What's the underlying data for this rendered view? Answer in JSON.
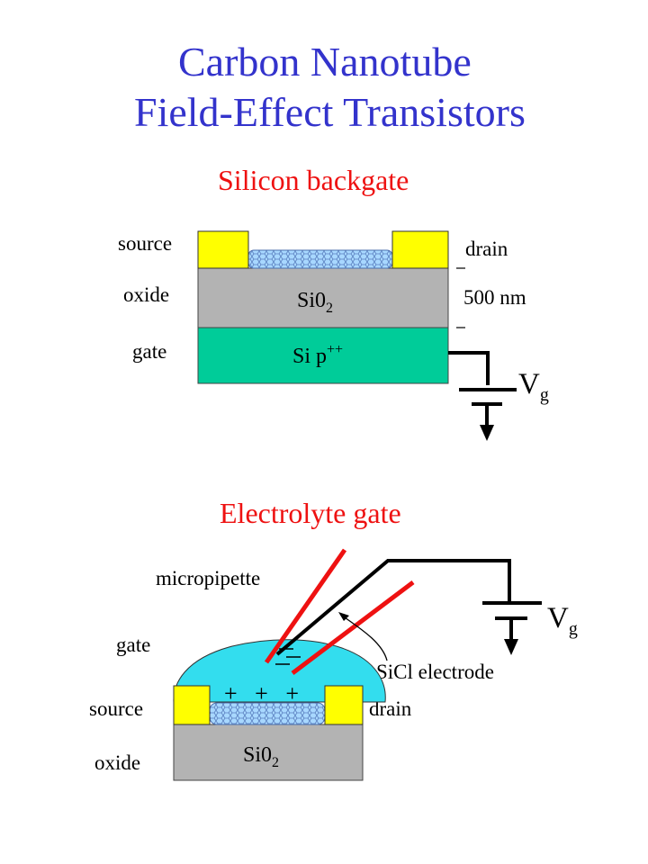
{
  "title": {
    "line1": "Carbon Nanotube",
    "line2": "Field-Effect Transistors"
  },
  "backgate": {
    "heading": "Silicon backgate",
    "labels": {
      "source": "source",
      "oxide": "oxide",
      "gate": "gate",
      "drain": "drain",
      "thickness": "500 nm"
    },
    "oxide_layer": {
      "text": "Si0",
      "sub": "2"
    },
    "silicon_layer": {
      "text": "Si p",
      "sup": "++"
    },
    "voltage": {
      "text": "V",
      "sub": "g"
    }
  },
  "electrolyte": {
    "heading": "Electrolyte gate",
    "labels": {
      "micropipette": "micropipette",
      "gate": "gate",
      "source": "source",
      "drain": "drain",
      "oxide": "oxide",
      "electrode": "SiCl electrode"
    },
    "oxide_layer": {
      "text": "Si0",
      "sub": "2"
    },
    "charges_plus": "+   +   +",
    "voltage": {
      "text": "V",
      "sub": "g"
    }
  },
  "colors": {
    "title": "#3333cc",
    "heading": "#ee1111",
    "contact": "#ffff00",
    "oxide": "#b3b3b3",
    "silicon": "#00cc99",
    "electrolyte": "#33ddee",
    "nanotube": "#a8d8ff",
    "pipette": "#ee1111"
  }
}
